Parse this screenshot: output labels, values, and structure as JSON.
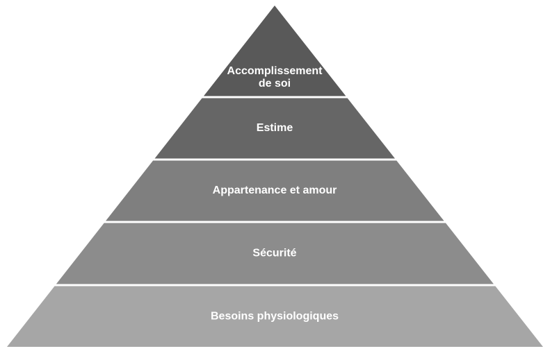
{
  "pyramid": {
    "levels": [
      {
        "label_lines": [
          "Accomplissement",
          "de soi"
        ],
        "color": "#595959"
      },
      {
        "label_lines": [
          "Estime"
        ],
        "color": "#666666"
      },
      {
        "label_lines": [
          "Appartenance et amour"
        ],
        "color": "#7f7f7f"
      },
      {
        "label_lines": [
          "Sécurité"
        ],
        "color": "#8c8c8c"
      },
      {
        "label_lines": [
          "Besoins physiologiques"
        ],
        "color": "#a6a6a6"
      }
    ],
    "text_color": "#ffffff",
    "separator_color": "#ffffff"
  }
}
